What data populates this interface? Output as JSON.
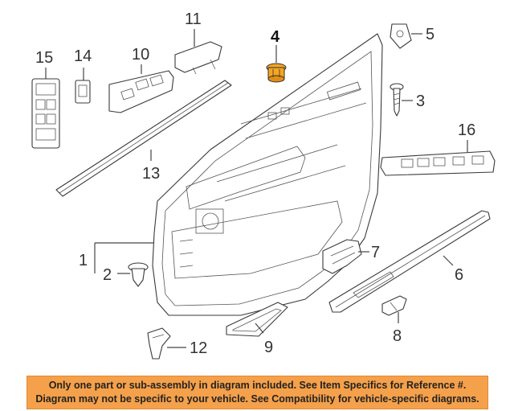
{
  "callouts": {
    "c1": "1",
    "c2": "2",
    "c3": "3",
    "c4": "4",
    "c5": "5",
    "c6": "6",
    "c7": "7",
    "c8": "8",
    "c9": "9",
    "c10": "10",
    "c11": "11",
    "c12": "12",
    "c13": "13",
    "c14": "14",
    "c15": "15",
    "c16": "16"
  },
  "highlight_color": "#f5a623",
  "notice": {
    "line1": "Only one part or sub-assembly in diagram included. See Item Specifics for Reference #.",
    "line2": "Diagram may not be specific to your vehicle. See Compatibility for vehicle-specific diagrams.",
    "background": "#f5a04a"
  }
}
